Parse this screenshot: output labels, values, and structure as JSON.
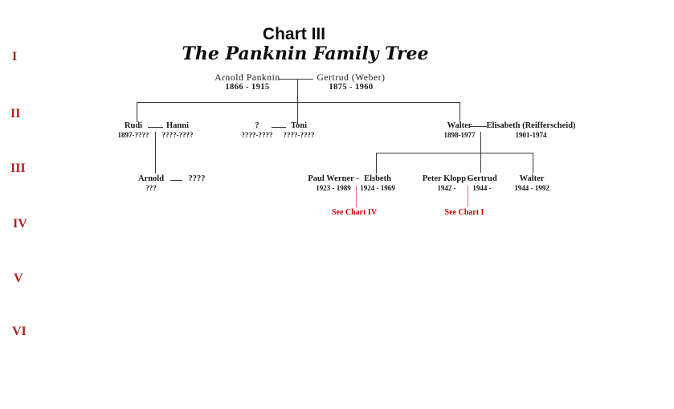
{
  "page": {
    "title": "Chart III",
    "subtitle": "The Panknin Family Tree"
  },
  "generations": [
    "I",
    "II",
    "III",
    "IV",
    "V",
    "VI"
  ],
  "colors": {
    "generation_label": "#b22222",
    "see_chart_text": "#cc0000",
    "red_connector_line": "#dd7272",
    "tree_line": "#3a3a3a",
    "background": "#ffffff"
  },
  "people": {
    "arnold_panknin_sr": {
      "name": "Arnold Panknin",
      "dates": "1866 - 1915"
    },
    "gertrud_weber": {
      "name": "Gertrud (Weber)",
      "dates": "1875 - 1960"
    },
    "rudi": {
      "name": "Rudi",
      "dates": "1897-????"
    },
    "hanni": {
      "name": "Hanni",
      "dates": "????-????"
    },
    "unknown_spouse": {
      "name": "?",
      "dates": "????-????"
    },
    "toni": {
      "name": "Toni",
      "dates": "????-????"
    },
    "walter_ii": {
      "name": "Walter",
      "dates": "1898-1977"
    },
    "elisabeth_reifferscheid": {
      "name": "Elisabeth (Reifferscheid)",
      "dates": "1901-1974"
    },
    "arnold_iii": {
      "name": "Arnold",
      "dates": "???"
    },
    "arnold_iii_spouse": {
      "name": "????",
      "dates": ""
    },
    "paul_werner": {
      "name": "Paul Werner -",
      "dates": "1923 - 1989"
    },
    "elsbeth": {
      "name": "Elsbeth",
      "dates": "1924 - 1969"
    },
    "peter_klopp": {
      "name": "Peter Klopp -",
      "dates": "1942 -"
    },
    "gertrud_iii": {
      "name": "Gertrud",
      "dates": "1944 -"
    },
    "walter_iii": {
      "name": "Walter",
      "dates": "1944 - 1992"
    }
  },
  "annotations": {
    "see_chart_iv": "See Chart  IV",
    "see_chart_i": "See Chart I"
  },
  "relationships": {
    "couples": [
      {
        "a": "Arnold Panknin",
        "b": "Gertrud (Weber)",
        "children": [
          "Rudi",
          "Toni",
          "Walter"
        ]
      },
      {
        "a": "Rudi",
        "b": "Hanni",
        "children": [
          "Arnold"
        ]
      },
      {
        "a": "?",
        "b": "Toni",
        "children": []
      },
      {
        "a": "Walter",
        "b": "Elisabeth (Reifferscheid)",
        "children": [
          "Elsbeth",
          "Gertrud",
          "Walter"
        ]
      },
      {
        "a": "Paul Werner",
        "b": "Elsbeth",
        "note": "See Chart IV"
      },
      {
        "a": "Peter Klopp",
        "b": "Gertrud",
        "note": "See Chart I"
      },
      {
        "a": "Arnold",
        "b": "????",
        "children": []
      }
    ]
  }
}
